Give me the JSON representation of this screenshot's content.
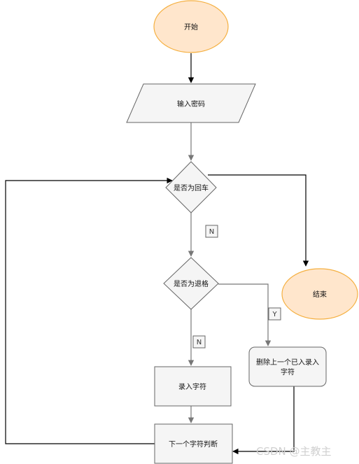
{
  "diagram": {
    "nodes": {
      "start": {
        "label": "开始",
        "shape": "ellipse"
      },
      "input_password": {
        "label": "输入密码",
        "shape": "parallelogram"
      },
      "is_enter": {
        "label": "是否为回车",
        "shape": "diamond"
      },
      "is_backspace": {
        "label": "是否为退格",
        "shape": "diamond"
      },
      "end": {
        "label": "结束",
        "shape": "ellipse"
      },
      "delete_prev": {
        "label_lines": [
          "删除上一个已入录入",
          "字符"
        ],
        "shape": "rounded-rect"
      },
      "record_char": {
        "label": "录入字符",
        "shape": "rect"
      },
      "next_char": {
        "label": "下一个字符判断",
        "shape": "rect"
      }
    },
    "edge_labels": {
      "enter_no": "N",
      "backspace_yes": "Y",
      "backspace_no": "N"
    }
  },
  "colors": {
    "terminal_fill": "#ffe6cc",
    "terminal_stroke": "#f5b041",
    "process_fill": "#f5f5f5",
    "process_stroke": "#666666",
    "arrow_dark": "#000000",
    "arrow_gray": "#777777",
    "watermark": "#d0d0d0"
  },
  "watermark": "CSDN @主教主"
}
